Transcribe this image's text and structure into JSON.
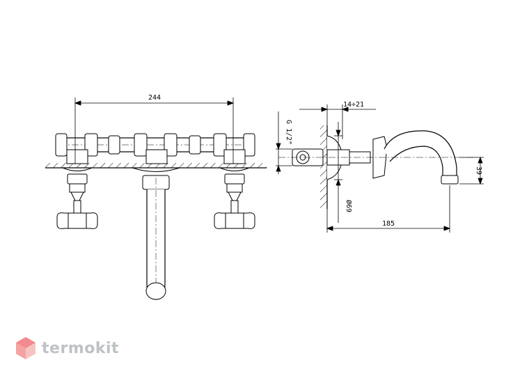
{
  "dimensions": {
    "width_overall": "244",
    "offset": "14÷21",
    "thread": "G 1/2\"",
    "spout_height": "39",
    "rosette_diameter": "Ø69",
    "projection": "185"
  },
  "brand": {
    "name": "termokit",
    "logo_color": "#f28a8f",
    "logo_color2": "#f7c3c0",
    "text_color": "#bfc2c4"
  }
}
